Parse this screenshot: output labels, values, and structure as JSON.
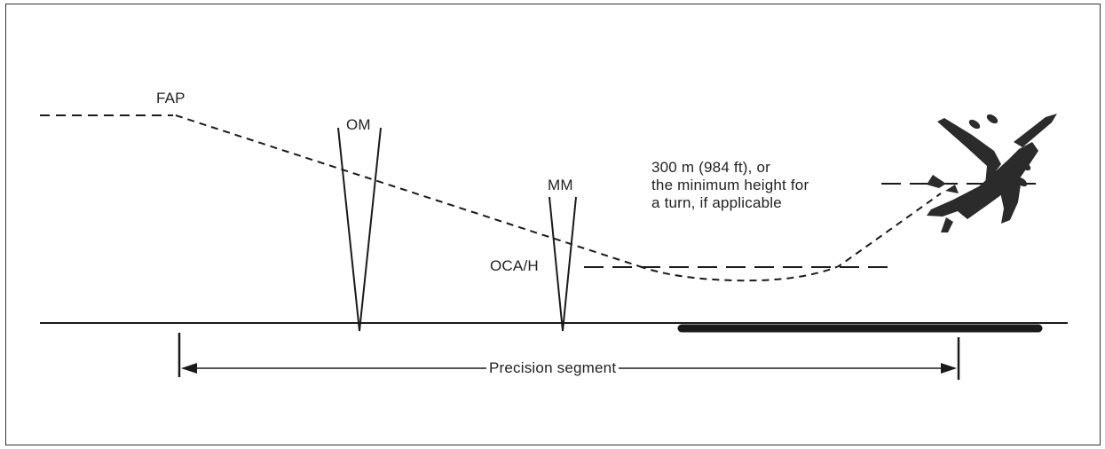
{
  "diagram": {
    "labels": {
      "fap": "FAP",
      "om": "OM",
      "mm": "MM",
      "oca": "OCA/H",
      "note": "300 m (984 ft), or\nthe minimum height for\na turn, if applicable",
      "segment": "Precision segment"
    },
    "colors": {
      "ink": "#1a1a1a",
      "aircraft": "#2b2b2b",
      "runway": "#1a1a1a"
    },
    "icons": {
      "aircraft": "aircraft-icon"
    }
  }
}
